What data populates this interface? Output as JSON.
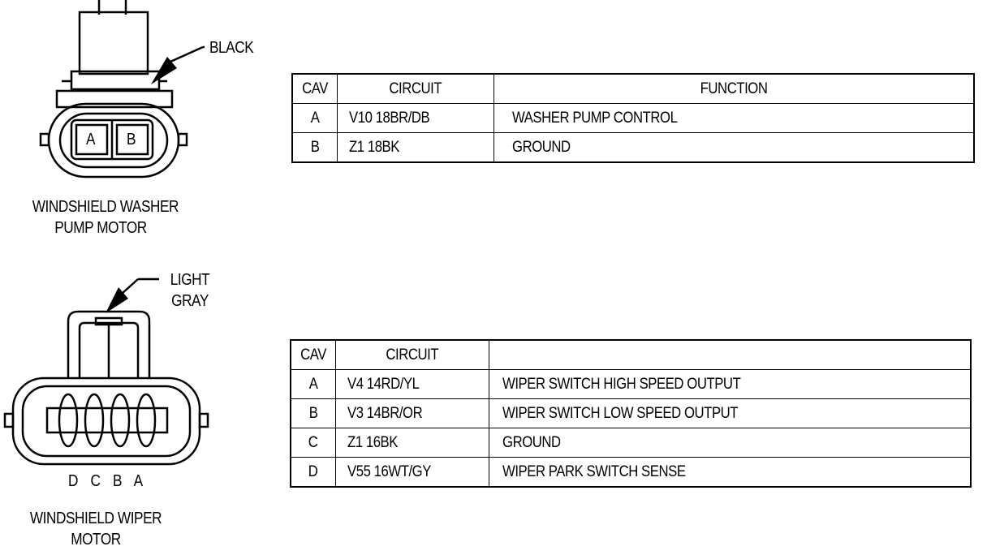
{
  "connectors": [
    {
      "title": "WINDSHIELD WASHER\nPUMP MOTOR",
      "title_lines": [
        "WINDSHIELD WASHER",
        "PUMP MOTOR"
      ],
      "color_label_lines": [
        "BLACK"
      ],
      "pin_letters": [
        "A",
        "B"
      ],
      "table": {
        "headers": [
          "CAV",
          "CIRCUIT",
          "FUNCTION"
        ],
        "rows": [
          {
            "cav": "A",
            "circuit": "V10 18BR/DB",
            "function": "WASHER PUMP CONTROL"
          },
          {
            "cav": "B",
            "circuit": "Z1 18BK",
            "function": "GROUND"
          }
        ]
      }
    },
    {
      "title_lines": [
        "WINDSHIELD WIPER",
        "MOTOR"
      ],
      "color_label_lines": [
        "LIGHT",
        "GRAY"
      ],
      "pin_letters": [
        "D",
        "C",
        "B",
        "A"
      ],
      "pin_letters_text": "D C B A",
      "table": {
        "headers": [
          "CAV",
          "CIRCUIT",
          ""
        ],
        "rows": [
          {
            "cav": "A",
            "circuit": "V4 14RD/YL",
            "function": "WIPER SWITCH HIGH SPEED OUTPUT"
          },
          {
            "cav": "B",
            "circuit": "V3 14BR/OR",
            "function": "WIPER SWITCH LOW SPEED OUTPUT"
          },
          {
            "cav": "C",
            "circuit": "Z1 16BK",
            "function": "GROUND"
          },
          {
            "cav": "D",
            "circuit": "V55 16WT/GY",
            "function": "WIPER PARK SWITCH SENSE"
          }
        ]
      }
    }
  ]
}
